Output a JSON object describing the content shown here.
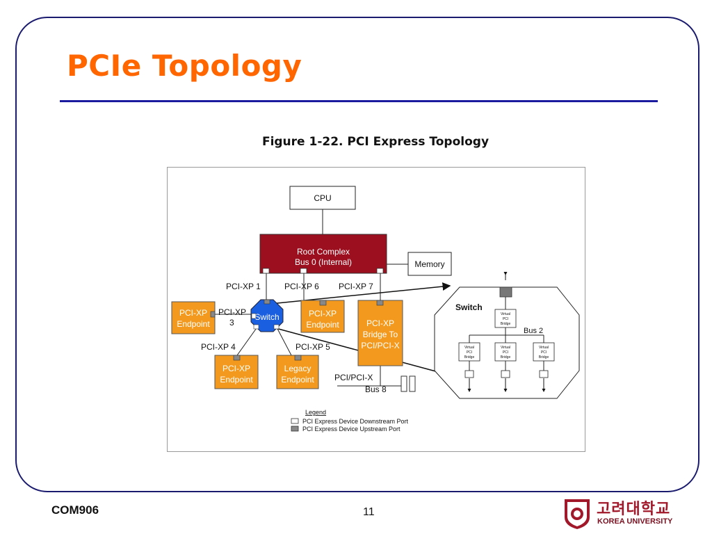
{
  "slide": {
    "title": "PCIe Topology",
    "footer_left": "COM906",
    "page_number": "11"
  },
  "figure": {
    "caption": "Figure 1-22. PCI Express Topology",
    "nodes": {
      "cpu": "CPU",
      "root_complex_line1": "Root Complex",
      "root_complex_line2": "Bus 0 (Internal)",
      "memory": "Memory",
      "switch": "Switch",
      "endpoint_left_line1": "PCI-XP",
      "endpoint_left_line2": "Endpoint",
      "endpoint_mid_line1": "PCI-XP",
      "endpoint_mid_line2": "Endpoint",
      "bridge_line1": "PCI-XP",
      "bridge_line2": "Bridge To",
      "bridge_line3": "PCI/PCI-X",
      "endpoint_bottom_line1": "PCI-XP",
      "endpoint_bottom_line2": "Endpoint",
      "legacy_line1": "Legacy",
      "legacy_line2": "Endpoint"
    },
    "links": {
      "xp1": "PCI-XP 1",
      "xp6": "PCI-XP 6",
      "xp7": "PCI-XP 7",
      "xp3_line1": "PCI-XP",
      "xp3_line2": "3",
      "xp4": "PCI-XP 4",
      "xp5": "PCI-XP 5",
      "pci_pcix": "PCI/PCI-X",
      "bus8": "Bus 8"
    },
    "switch_detail": {
      "title": "Switch",
      "bus2": "Bus 2",
      "vpb_word1": "Virtual",
      "vpb_word2": "PCI",
      "vpb_word3": "Bridge"
    },
    "legend": {
      "title": "Legend",
      "downstream": "PCI Express Device Downstream Port",
      "upstream": "PCI Express Device Upstream Port"
    },
    "colors": {
      "root_complex": "#9b0f1f",
      "endpoint_orange": "#f39a1e",
      "switch_blue": "#1a5fe0",
      "title_orange": "#ff6600",
      "frame_navy": "#1a1a6e"
    }
  },
  "logo": {
    "korean": "고려대학교",
    "english": "KOREA UNIVERSITY"
  }
}
